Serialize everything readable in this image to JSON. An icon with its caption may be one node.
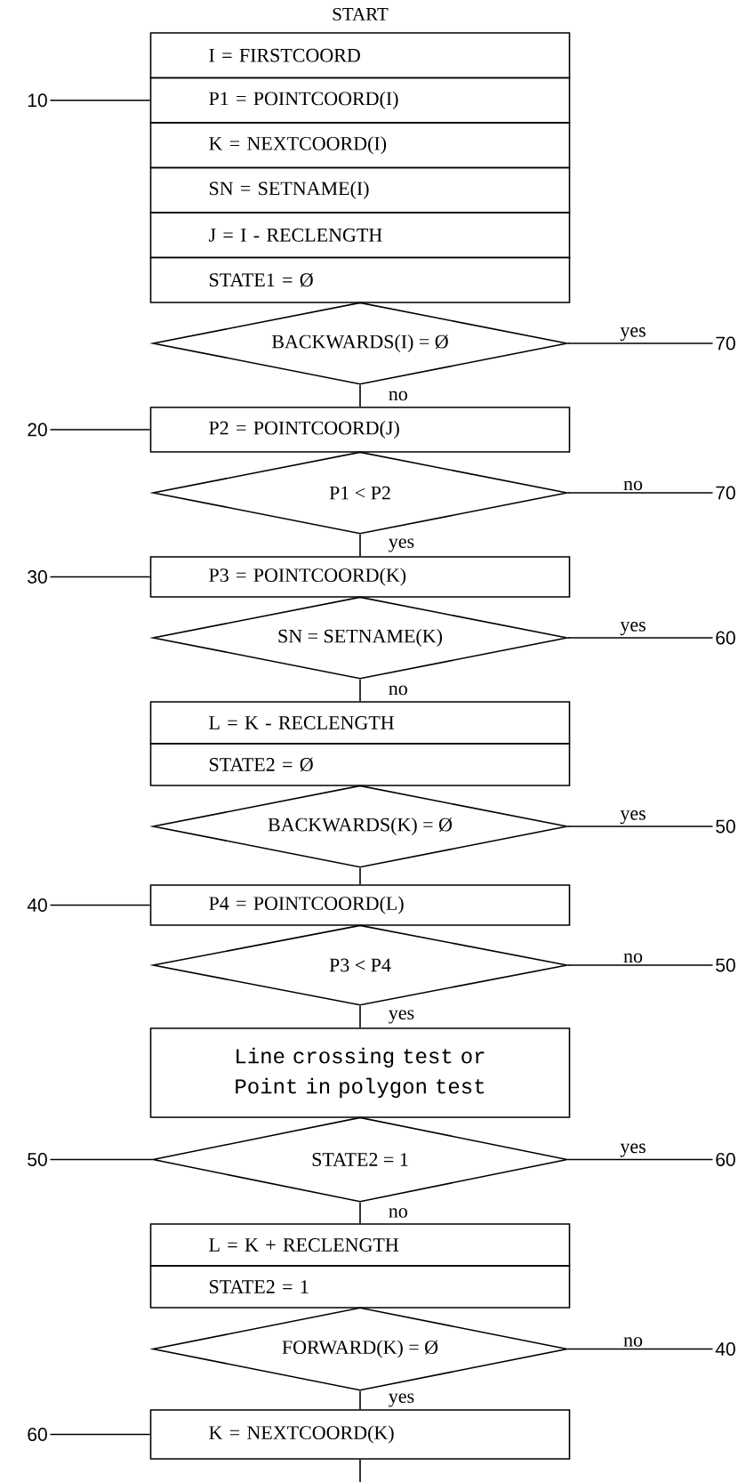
{
  "diagram": {
    "nodes": [
      {
        "text": [
          "I = FIRSTCOORD"
        ],
        "beside": [
          "START"
        ]
      },
      {
        "text": [
          "10"
        ]
      },
      {
        "text": [
          "P1 = POINTCOORD(I)"
        ]
      },
      {
        "text": [
          "K = NEXTCOORD(I)"
        ]
      },
      {
        "text": [
          "SN = SETNAME(I)"
        ]
      },
      {
        "text": [
          "J = I - RECLENGTH"
        ]
      },
      {
        "text": [
          "STATE1 = Ø"
        ]
      },
      {
        "text": [
          "BACKWARDS(I) = Ø"
        ]
      },
      {
        "text": [
          "70"
        ]
      },
      {
        "text": [
          "20"
        ]
      },
      {
        "text": [
          "P2 = POINTCOORD(J)"
        ]
      },
      {
        "text": [
          "P1 < P2"
        ]
      },
      {
        "text": [
          "70"
        ]
      },
      {
        "text": [
          "30"
        ]
      },
      {
        "text": [
          "P3 = POINTCOORD(K)"
        ]
      },
      {
        "text": [
          "SN = SETNAME(K)"
        ]
      },
      {
        "text": [
          "60"
        ]
      },
      {
        "text": [
          "L = K - RECLENGTH"
        ]
      },
      {
        "text": [
          "STATE2 = Ø"
        ]
      },
      {
        "text": [
          "BACKWARDS(K) = Ø"
        ]
      },
      {
        "text": [
          "50"
        ]
      },
      {
        "text": [
          "40"
        ]
      },
      {
        "text": [
          "P4 = POINTCOORD(L)"
        ]
      },
      {
        "text": [
          "P3 < P4"
        ]
      },
      {
        "text": [
          "50"
        ]
      },
      {
        "text": [
          "Line crossing test or Point in polygon test"
        ]
      },
      {
        "text": [
          "50"
        ]
      },
      {
        "text": [
          "STATE2 = 1"
        ]
      },
      {
        "text": [
          "60"
        ]
      },
      {
        "text": [
          "L = K + RECLENGTH"
        ]
      },
      {
        "text": [
          "STATE2 = 1"
        ]
      },
      {
        "text": [
          "FORWARD(K) = Ø"
        ]
      },
      {
        "text": [
          "40"
        ]
      },
      {
        "text": [
          "60"
        ]
      },
      {
        "text": [
          "K = NEXTCOORD(K)"
        ]
      }
    ],
    "edges": [
      {
        "from": 1,
        "to": 2,
        "arrow": "none"
      },
      {
        "from": 7,
        "to": 8,
        "arrow": "none",
        "label": "yes"
      },
      {
        "from": 7,
        "to": 10,
        "arrow": "none",
        "label": "no"
      },
      {
        "from": 9,
        "to": 10,
        "arrow": "none"
      },
      {
        "from": 11,
        "to": 12,
        "arrow": "none",
        "label": "no"
      },
      {
        "from": 11,
        "to": 14,
        "arrow": "none",
        "label": "yes"
      },
      {
        "from": 13,
        "to": 14,
        "arrow": "none"
      },
      {
        "from": 15,
        "to": 16,
        "arrow": "none",
        "label": "yes"
      },
      {
        "from": 15,
        "to": 17,
        "arrow": "none",
        "label": "no"
      },
      {
        "from": 19,
        "to": 20,
        "arrow": "none",
        "label": "yes"
      },
      {
        "from": 19,
        "to": 22,
        "arrow": "none"
      },
      {
        "from": 21,
        "to": 22,
        "arrow": "none"
      },
      {
        "from": 23,
        "to": 24,
        "arrow": "none",
        "label": "no"
      },
      {
        "from": 23,
        "to": 25,
        "arrow": "none",
        "label": "yes"
      },
      {
        "from": 26,
        "to": 27,
        "arrow": "none"
      },
      {
        "from": 27,
        "to": 28,
        "arrow": "none",
        "label": "yes"
      },
      {
        "from": 27,
        "to": 29,
        "arrow": "none",
        "label": "no"
      },
      {
        "from": 31,
        "to": 32,
        "arrow": "none",
        "label": "no"
      },
      {
        "from": 31,
        "to": 34,
        "arrow": "none",
        "label": "yes"
      },
      {
        "from": 33,
        "to": 34,
        "arrow": "none"
      },
      {
        "from": 34,
        "to": null,
        "arrow": "none"
      }
    ]
  }
}
